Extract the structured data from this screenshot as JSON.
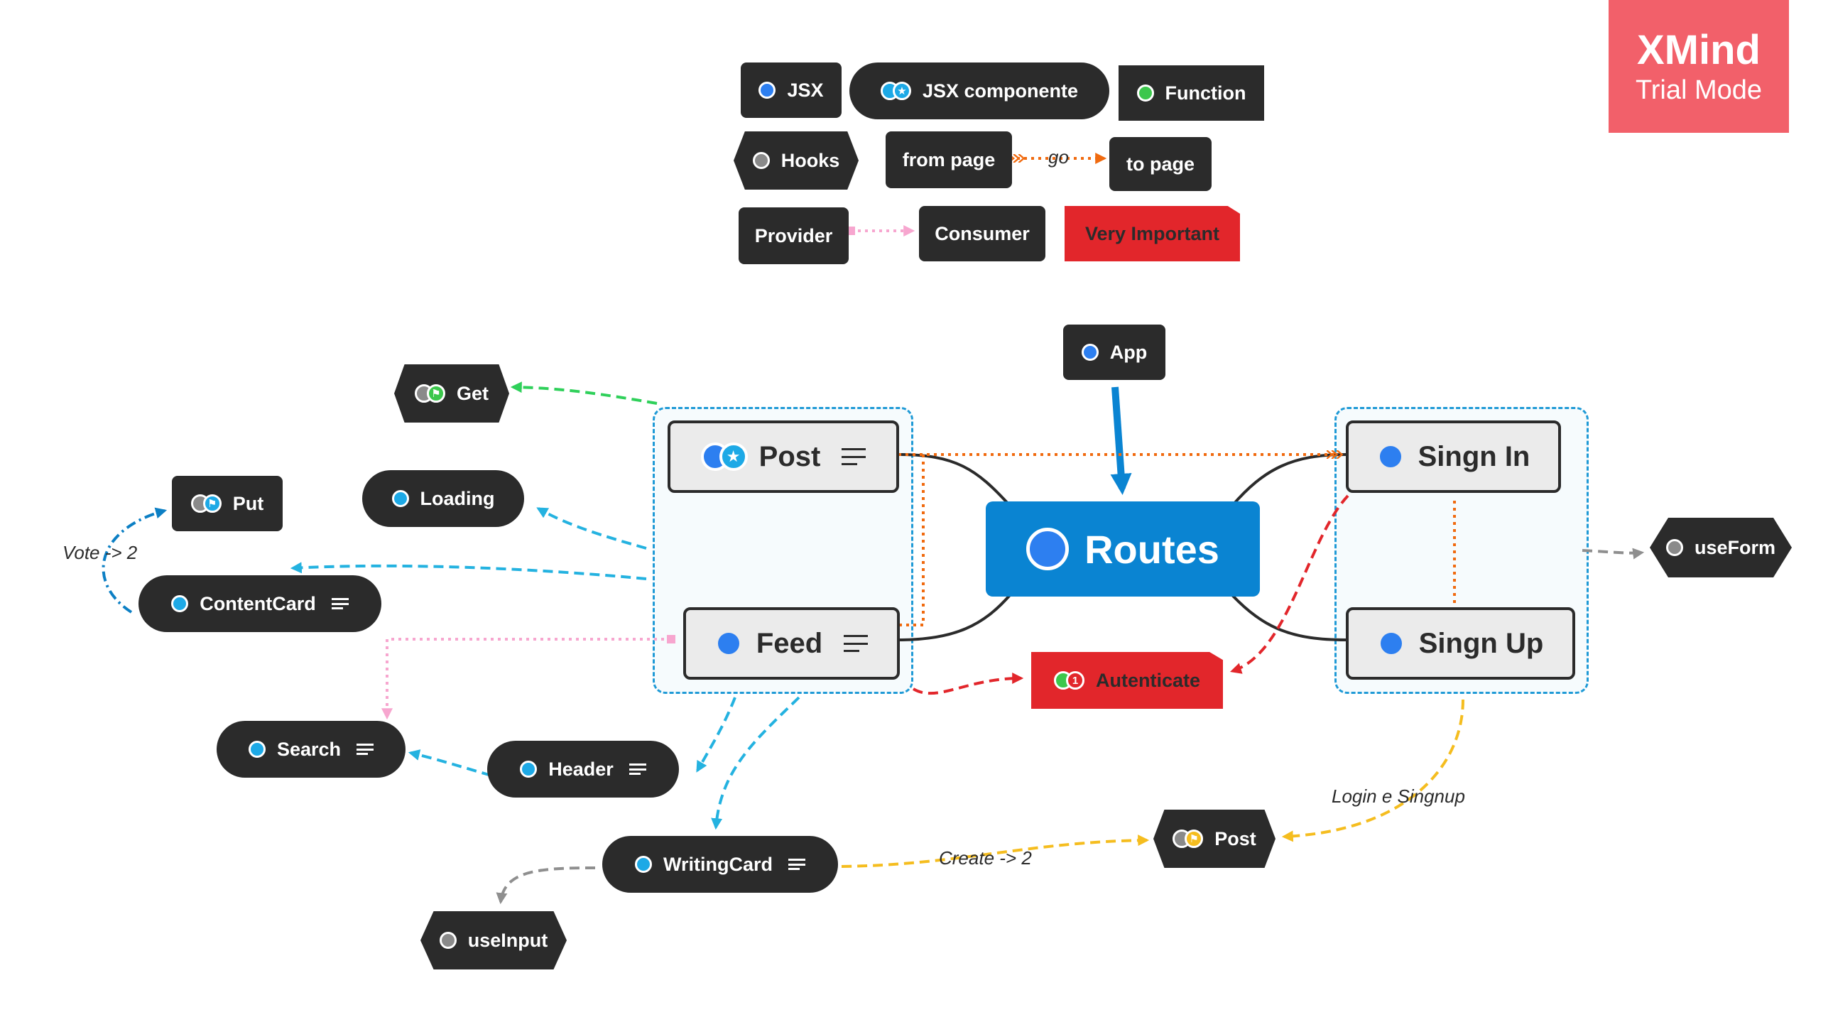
{
  "watermark": {
    "title": "XMind",
    "subtitle": "Trial Mode"
  },
  "colors": {
    "node_dark": "#2b2b2b",
    "jsx_dot": "#2d7ff0",
    "component_dot": "#1da9e6",
    "function_dot": "#3cc74c",
    "hook_dot": "#8a8a8a",
    "routes_blue": "#0a84d2",
    "important_red": "#e2262b",
    "edge_orange": "#f06a0f",
    "edge_pink": "#f7a6cf",
    "edge_cyan": "#24b2e0",
    "edge_green": "#2fd05a",
    "edge_yellow": "#f5bd1f",
    "edge_gray": "#8f8f8f",
    "edge_red": "#e2262b",
    "edge_darkblue": "#0c7fc4",
    "boundary": "#1f9ad6"
  },
  "legend": {
    "jsx": "JSX",
    "jsx_component": "JSX componente",
    "function": "Function",
    "hooks": "Hooks",
    "from_page": "from page",
    "go": "go",
    "to_page": "to page",
    "provider": "Provider",
    "consumer": "Consumer",
    "very_important": "Very Important"
  },
  "nodes": {
    "app": "App",
    "routes": "Routes",
    "post": "Post",
    "feed": "Feed",
    "signin": "Singn In",
    "signup": "Singn Up",
    "autenticate": "Autenticate",
    "autenticate_badge": "1",
    "useform": "useForm",
    "get": "Get",
    "put": "Put",
    "loading": "Loading",
    "contentcard": "ContentCard",
    "search": "Search",
    "header": "Header",
    "writingcard": "WritingCard",
    "useinput": "useInput",
    "post_hook": "Post"
  },
  "icons": {
    "notes": "notes-icon",
    "star": "star-icon",
    "flag": "flag-icon",
    "priority": "priority-1-icon",
    "marker_dot": "marker-dot-icon"
  },
  "edge_labels": {
    "vote": "Vote -> 2",
    "create": "Create -> 2",
    "login": "Login e Singnup"
  }
}
